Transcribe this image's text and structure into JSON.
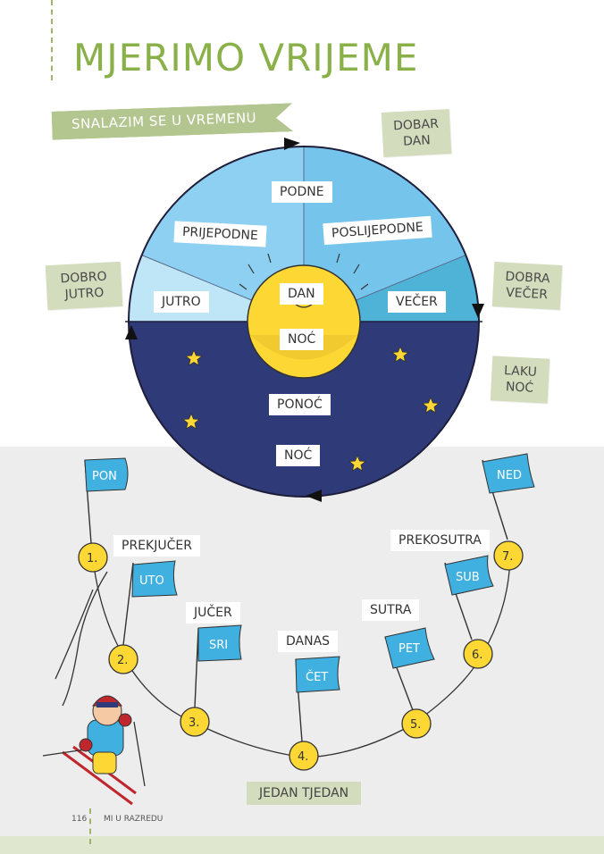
{
  "page": {
    "title": "MJERIMO VRIJEME",
    "section": "SNALAZIM SE U VREMENU",
    "page_number": "116",
    "book_title": "MI U RAZREDU"
  },
  "colors": {
    "title_green": "#8ab04a",
    "day_light": "#78c6ec",
    "day_mid": "#a8ddf5",
    "night": "#2f3a78",
    "sun": "#fdd835",
    "flag": "#3fb0e0"
  },
  "greetings": {
    "good_day": "DOBAR DAN",
    "good_morning": "DOBRO JUTRO",
    "good_evening": "DOBRA VEČER",
    "good_night": "LAKU NOĆ"
  },
  "clock": {
    "noon": "PODNE",
    "forenoon": "PRIJEPODNE",
    "afternoon": "POSLIJEPODNE",
    "morning": "JUTRO",
    "evening": "VEČER",
    "day": "DAN",
    "night": "NOĆ",
    "midnight": "PONOĆ",
    "night_bottom": "NOĆ"
  },
  "week": {
    "label": "JEDAN TJEDAN",
    "days": [
      {
        "num": "1.",
        "flag": "PON",
        "caption": ""
      },
      {
        "num": "2.",
        "flag": "UTO",
        "caption": "PREKJUČER"
      },
      {
        "num": "3.",
        "flag": "SRI",
        "caption": "JUČER"
      },
      {
        "num": "4.",
        "flag": "ČET",
        "caption": "DANAS"
      },
      {
        "num": "5.",
        "flag": "PET",
        "caption": "SUTRA"
      },
      {
        "num": "6.",
        "flag": "SUB",
        "caption": "PREKOSUTRA"
      },
      {
        "num": "7.",
        "flag": "NED",
        "caption": ""
      }
    ]
  }
}
